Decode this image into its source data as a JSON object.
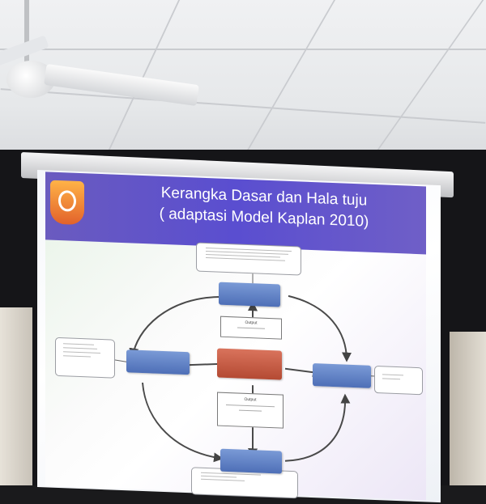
{
  "slide": {
    "title_line1": "Kerangka Dasar dan Hala tuju",
    "title_line2": "( adaptasi Model Kaplan 2010)",
    "colors": {
      "title_band": "#5a4ed0",
      "process_box": "#4e6fb7",
      "center_box": "#b44a33"
    }
  },
  "diagram": {
    "top_box": "",
    "left_box": "",
    "right_box": "",
    "bottom_box": "",
    "center_box": "",
    "output_top_label": "Output",
    "output_bottom_label": "Output"
  }
}
